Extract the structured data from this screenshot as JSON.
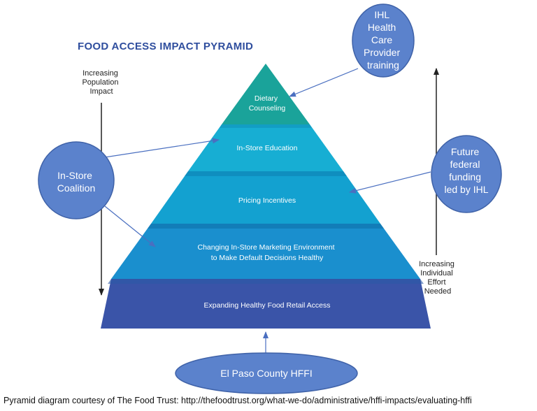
{
  "title": "FOOD ACCESS IMPACT PYRAMID",
  "pyramid": {
    "tiers": [
      {
        "label_lines": [
          "Dietary",
          "Counseling"
        ],
        "color": "#1aa39a"
      },
      {
        "label_lines": [
          "In-Store Education"
        ],
        "color": "#17aed3"
      },
      {
        "label_lines": [
          "Pricing Incentives"
        ],
        "color": "#13a1d0"
      },
      {
        "label_lines": [
          "Changing In-Store Marketing Environment",
          "to Make Default Decisions Healthy"
        ],
        "color": "#1a8fce"
      },
      {
        "label_lines": [
          "Expanding Healthy Food Retail Access"
        ],
        "color": "#3a54a8"
      }
    ]
  },
  "left_axis": {
    "label_lines": [
      "Increasing",
      "Population",
      "Impact"
    ]
  },
  "right_axis": {
    "label_lines": [
      "Increasing",
      "Individual",
      "Effort",
      "Needed"
    ]
  },
  "bubbles": {
    "ihl_training": {
      "label_lines": [
        "IHL",
        "Health",
        "Care",
        "Provider",
        "training"
      ]
    },
    "in_store_coalition": {
      "label_lines": [
        "In-Store",
        "Coalition"
      ]
    },
    "future_funding": {
      "label_lines": [
        "Future",
        "federal",
        "funding",
        "led by IHL"
      ]
    },
    "el_paso_hffi": {
      "label_lines": [
        "El Paso County HFFI"
      ]
    }
  },
  "colors": {
    "bubble_fill": "#5b82cc",
    "bubble_stroke": "#3f62a8",
    "connector": "#4a6fc0",
    "title": "#2f4e9e"
  },
  "caption": "Pyramid diagram courtesy of The Food Trust: http://thefoodtrust.org/what-we-do/administrative/hffi-impacts/evaluating-hffi"
}
